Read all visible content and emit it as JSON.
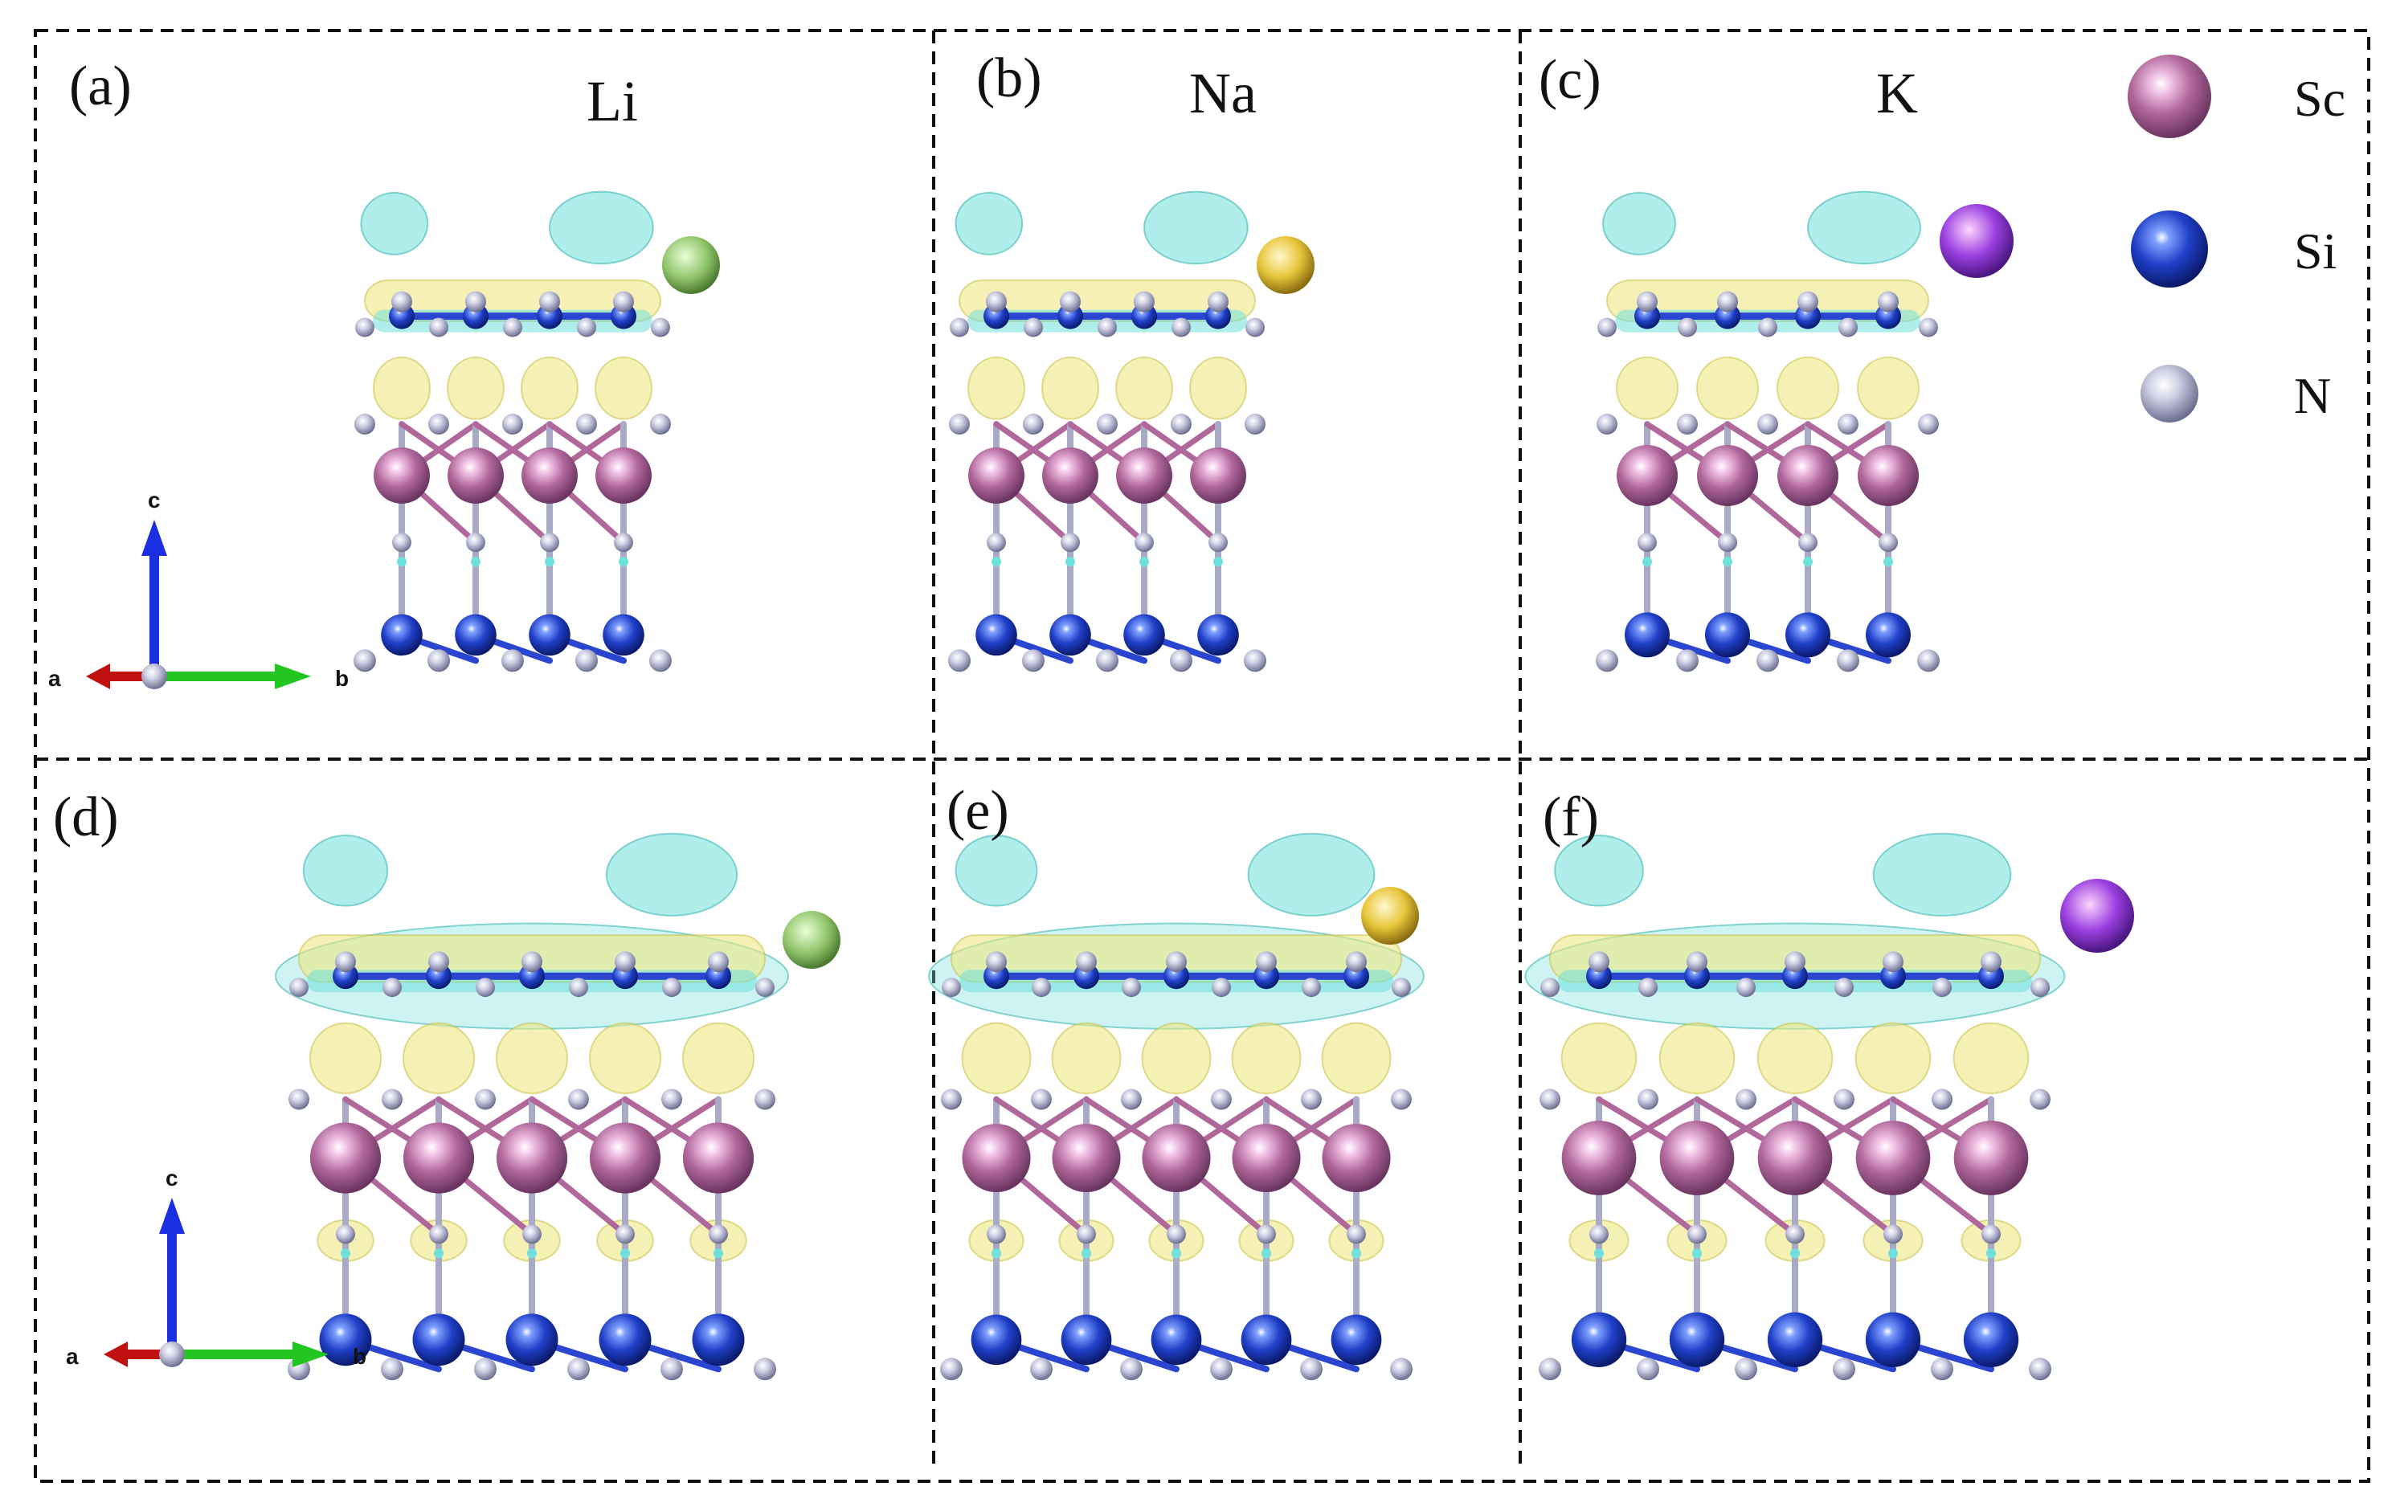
{
  "panels": [
    {
      "id": "a",
      "label": "(a)",
      "title": "Li"
    },
    {
      "id": "b",
      "label": "(b)",
      "title": "Na"
    },
    {
      "id": "c",
      "label": "(c)",
      "title": "K"
    },
    {
      "id": "d",
      "label": "(d)",
      "title": ""
    },
    {
      "id": "e",
      "label": "(e)",
      "title": ""
    },
    {
      "id": "f",
      "label": "(f)",
      "title": ""
    }
  ],
  "legend": {
    "sc": {
      "label": "Sc",
      "color": "#b0679a"
    },
    "si": {
      "label": "Si",
      "color": "#1f3fc8"
    },
    "n": {
      "label": "N",
      "color": "#a8aac6"
    }
  },
  "axes": {
    "a": "a",
    "b": "b",
    "c": "c"
  },
  "isosurface_colors": {
    "accumulation": "#eee882",
    "depletion": "#6fe0dc"
  },
  "adsorbate_colors": {
    "Li": "#8fc46a",
    "Na": "#e8c63a",
    "K": "#9a3fe0"
  }
}
